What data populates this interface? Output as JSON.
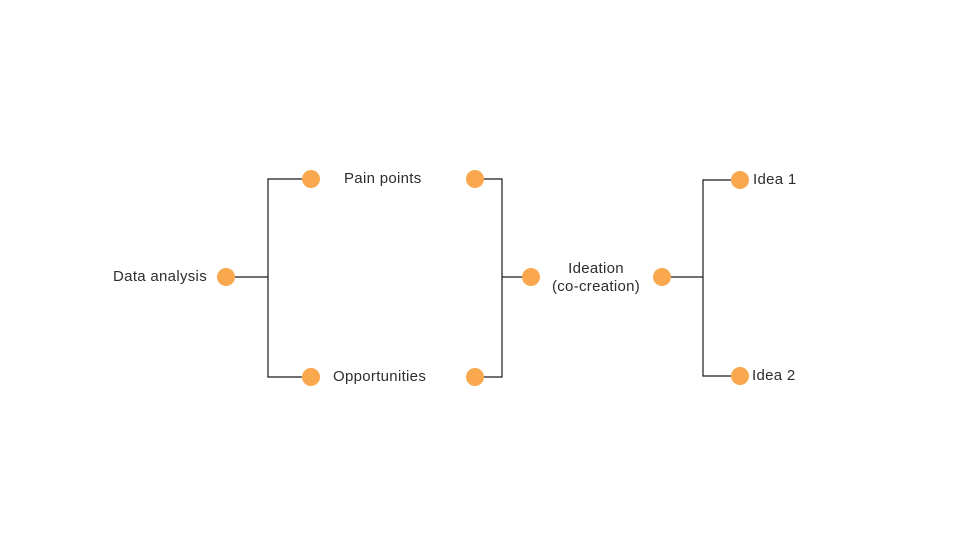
{
  "diagram": {
    "title": "",
    "node_color": "#F9A84E",
    "connector_color": "#1a1a1a",
    "text_color": "#2d2d2d",
    "background_color": "#ffffff",
    "nodes": {
      "data_analysis": {
        "label": "Data analysis"
      },
      "pain_points": {
        "label": "Pain points"
      },
      "opportunities": {
        "label": "Opportunities"
      },
      "ideation": {
        "label_line1": "Ideation",
        "label_line2": "(co-creation)"
      },
      "idea_1": {
        "label": "Idea 1"
      },
      "idea_2": {
        "label": "Idea 2"
      }
    },
    "edges": [
      {
        "from": "Data analysis",
        "to": "Pain points"
      },
      {
        "from": "Data analysis",
        "to": "Opportunities"
      },
      {
        "from": "Pain points",
        "to": "Ideation (co-creation)"
      },
      {
        "from": "Opportunities",
        "to": "Ideation (co-creation)"
      },
      {
        "from": "Ideation (co-creation)",
        "to": "Idea 1"
      },
      {
        "from": "Ideation (co-creation)",
        "to": "Idea 2"
      }
    ]
  }
}
